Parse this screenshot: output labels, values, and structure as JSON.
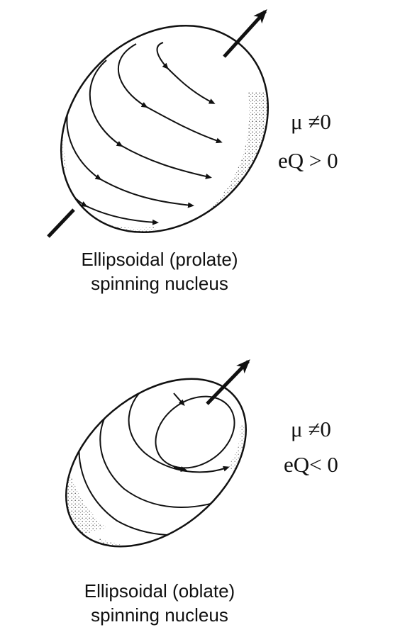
{
  "top": {
    "mu_line": "μ ≠0",
    "eq_line": "eQ > 0",
    "caption_line1": "Ellipsoidal (prolate)",
    "caption_line2": "spinning nucleus"
  },
  "bottom": {
    "mu_line": "μ ≠0",
    "eq_line": "eQ< 0",
    "caption_line1": "Ellipsoidal (oblate)",
    "caption_line2": "spinning nucleus"
  }
}
